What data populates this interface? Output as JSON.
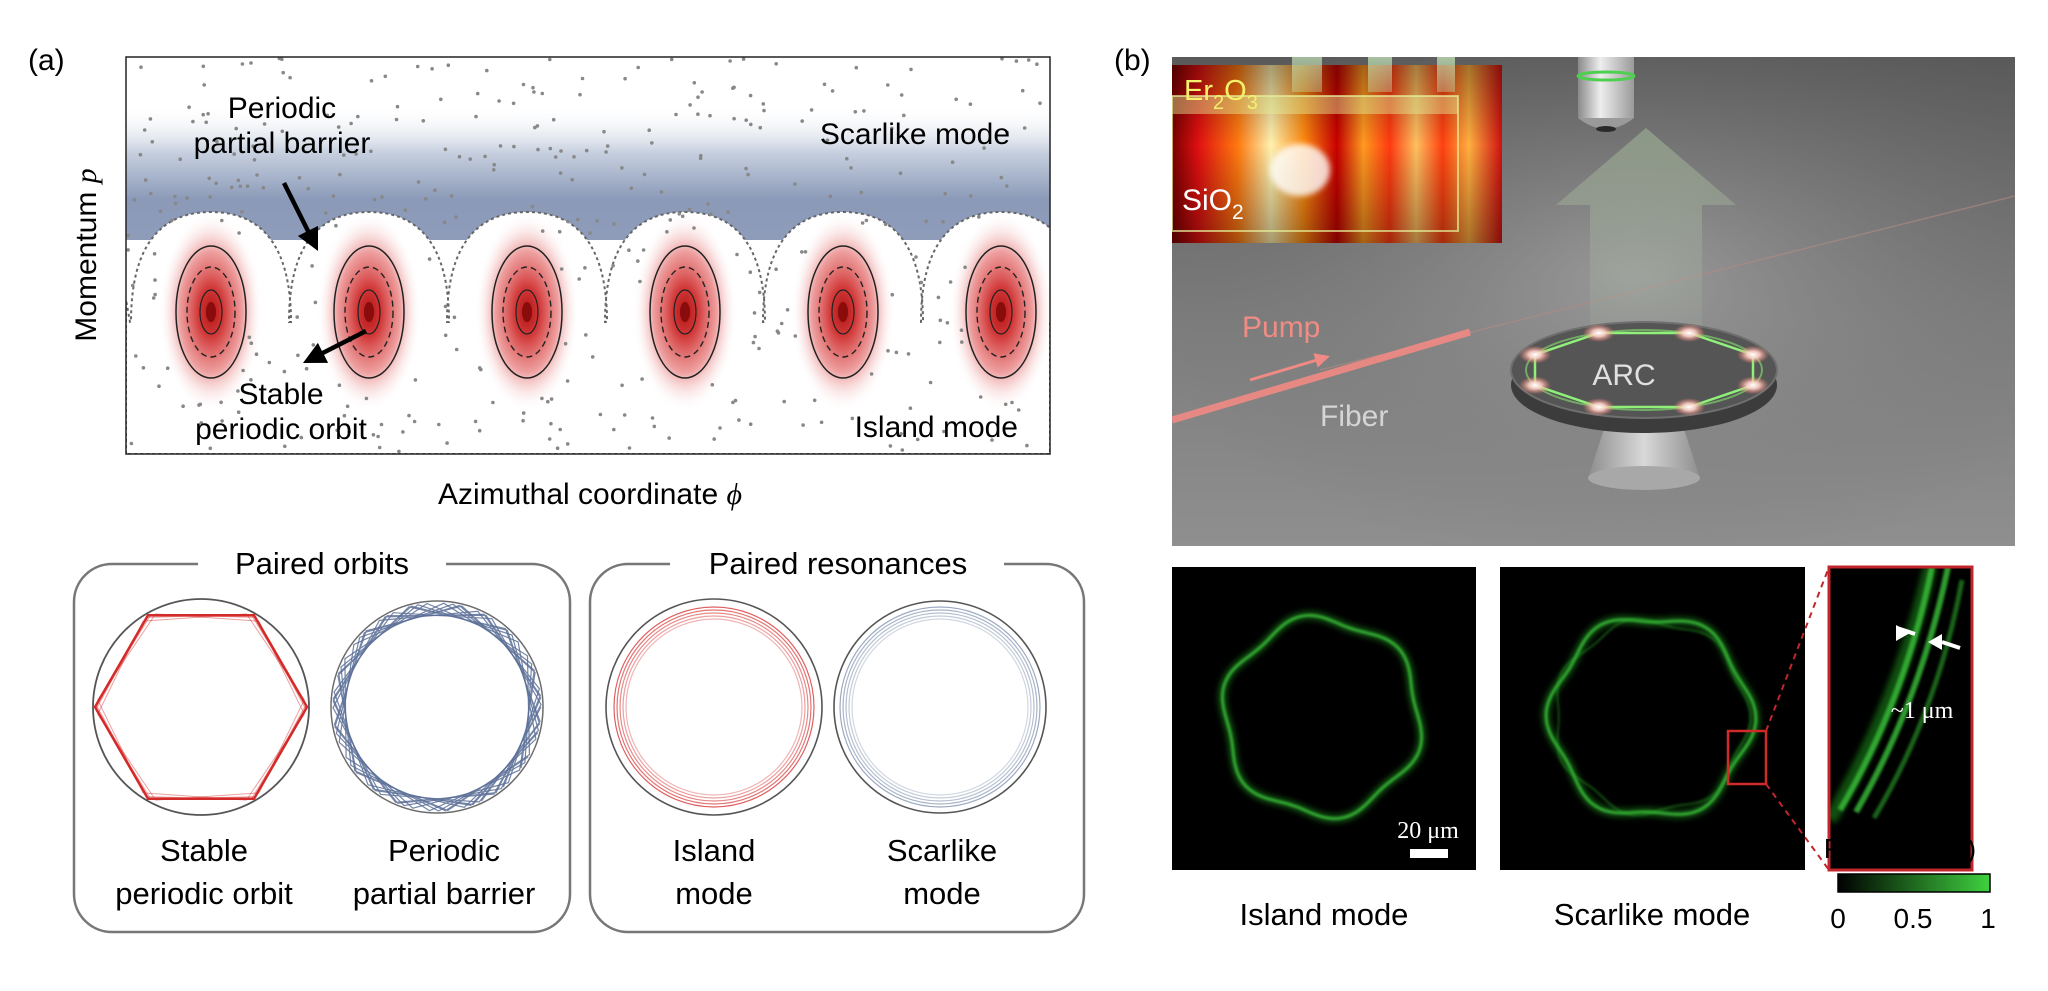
{
  "panel_a": {
    "label": "(a)",
    "y_axis_label": "Momentum",
    "y_axis_symbol": "p",
    "x_axis_label": "Azimuthal coordinate",
    "x_axis_symbol": "ϕ",
    "annotation_barrier_line1": "Periodic",
    "annotation_barrier_line2": "partial barrier",
    "annotation_scarlike": "Scarlike mode",
    "annotation_orbit_line1": "Stable",
    "annotation_orbit_line2": "periodic orbit",
    "annotation_island": "Island mode",
    "paired_orbits": {
      "title": "Paired orbits",
      "left_label_line1": "Stable",
      "left_label_line2": "periodic orbit",
      "right_label_line1": "Periodic",
      "right_label_line2": "partial barrier"
    },
    "paired_resonances": {
      "title": "Paired resonances",
      "left_label_line1": "Island",
      "left_label_line2": "mode",
      "right_label_line1": "Scarlike",
      "right_label_line2": "mode"
    }
  },
  "panel_b": {
    "label": "(b)",
    "layer_top_base": "Er",
    "layer_top_sub1": "2",
    "layer_top_mid": "O",
    "layer_top_sub2": "3",
    "layer_bottom_base": "SiO",
    "layer_bottom_sub": "2",
    "pump_label": "Pump",
    "fiber_label": "Fiber",
    "resonator_label": "ARC",
    "scale_bar_label": "20 μm",
    "zoom_label": "~1 μm",
    "caption_island": "Island mode",
    "caption_scarlike": "Scarlike mode",
    "colorbar": {
      "title": "Power (a.u.)",
      "tick_0": "0",
      "tick_mid": "0.5",
      "tick_1": "1"
    }
  },
  "colors": {
    "island_red": "#d42a2a",
    "barrier_blue": "#5a6f96",
    "fluorescence_green": "#3fd23f",
    "zoom_frame_red": "#c0262b",
    "panel_border_gray": "#777777"
  }
}
